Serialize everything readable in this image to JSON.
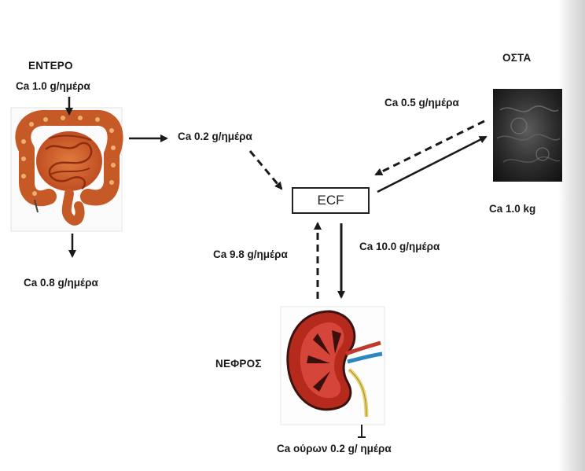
{
  "titles": {
    "intestine": "ΕΝΤΕΡΟ",
    "bone": "ΟΣΤΑ",
    "kidney": "ΝΕΦΡΟΣ"
  },
  "ecf_label": "ECF",
  "flows": {
    "intake": "Ca 1.0 g/ημέρα",
    "absorbed": "Ca 0.2 g/ημέρα",
    "fecal": "Ca 0.8 g/ημέρα",
    "bone_exchange": "Ca 0.5 g/ημέρα",
    "bone_store": "Ca 1.0 kg",
    "reabsorbed": "Ca 9.8 g/ημέρα",
    "filtered": "Ca 10.0 g/ημέρα",
    "urine": "Ca ούρων 0.2 g/ ημέρα"
  }
}
